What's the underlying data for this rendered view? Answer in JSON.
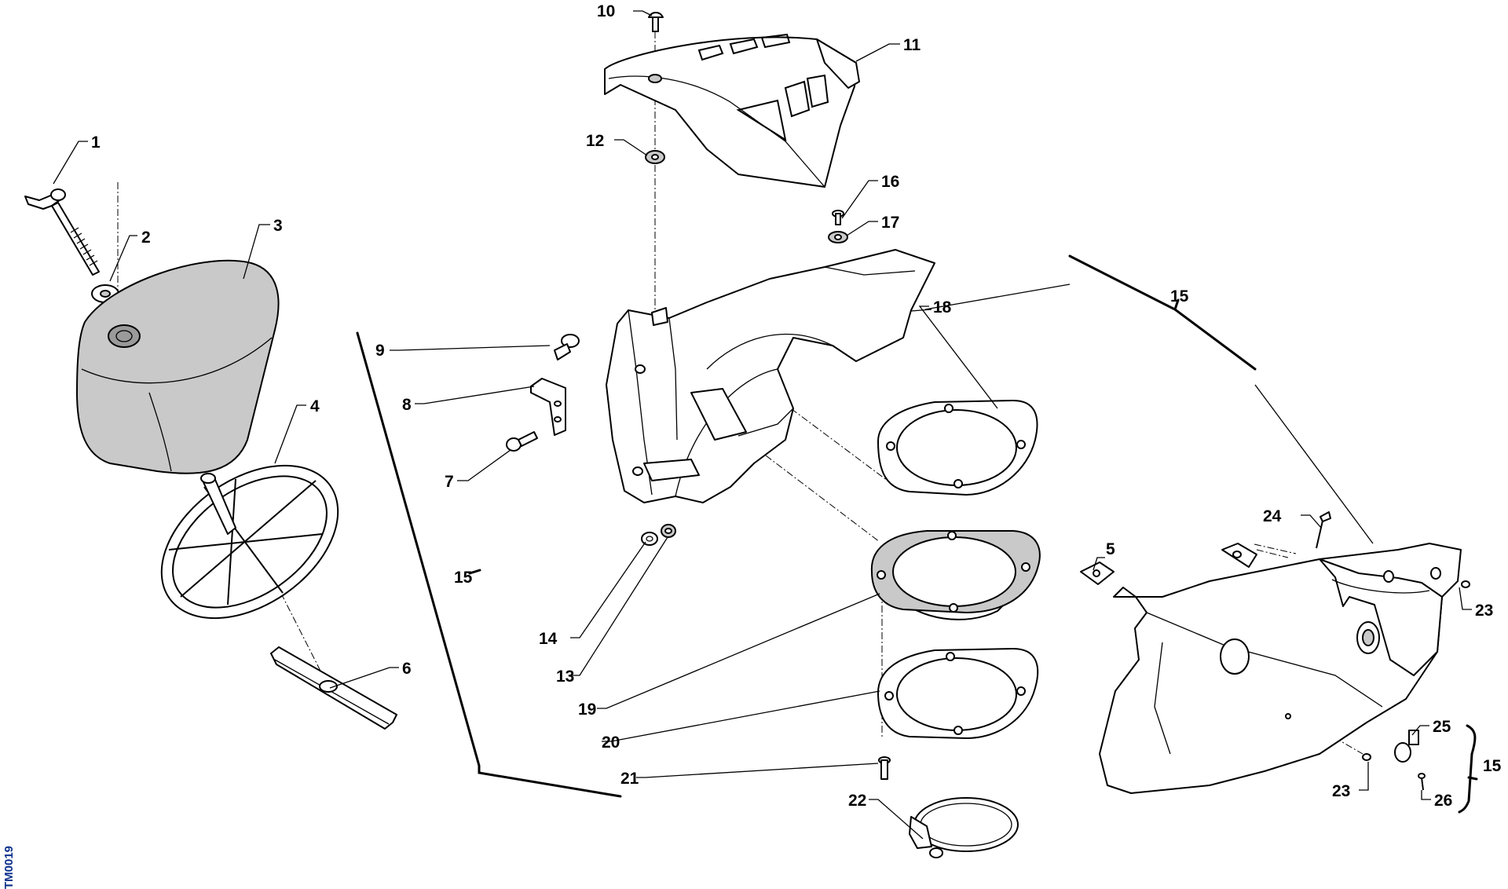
{
  "diagram_code": "TM0019",
  "callouts": {
    "c1": "1",
    "c2": "2",
    "c3": "3",
    "c4": "4",
    "c5": "5",
    "c6": "6",
    "c7": "7",
    "c8": "8",
    "c9": "9",
    "c10": "10",
    "c11": "11",
    "c12": "12",
    "c13": "13",
    "c14": "14",
    "c15a": "15",
    "c15b": "15",
    "c15c": "15",
    "c16": "16",
    "c17": "17",
    "c18": "18",
    "c19": "19",
    "c20": "20",
    "c21": "21",
    "c22": "22",
    "c23a": "23",
    "c23b": "23",
    "c24": "24",
    "c25": "25",
    "c26": "26"
  }
}
